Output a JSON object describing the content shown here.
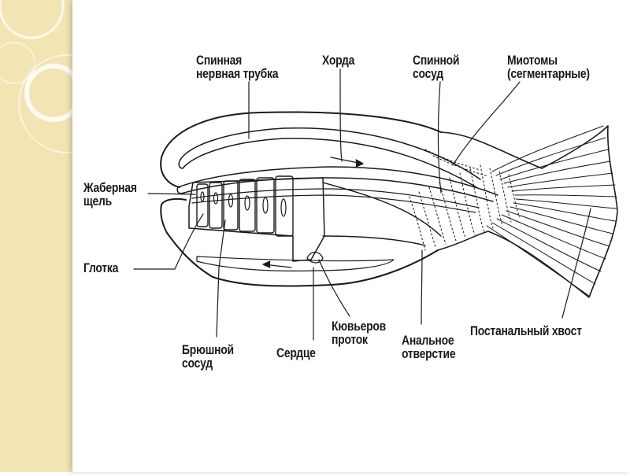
{
  "colors": {
    "side_panel": "#f2e4b3",
    "ink": "#1a1a1a",
    "background": "#ffffff"
  },
  "labels": {
    "spinal_tube": [
      "Спинная",
      "нервная трубка"
    ],
    "chord": [
      "Хорда"
    ],
    "dorsal_vessel": [
      "Спинной",
      "сосуд"
    ],
    "myotomes": [
      "Миотомы",
      "(сегментарные)"
    ],
    "gill_slit": [
      "Жаберная",
      "щель"
    ],
    "pharynx": [
      "Глотка"
    ],
    "ventral_vessel": [
      "Брюшной",
      "сосуд"
    ],
    "heart": [
      "Сердце"
    ],
    "cuvier_duct": [
      "Кювьеров",
      "проток"
    ],
    "anus": [
      "Анальное",
      "отверстие"
    ],
    "postanal_tail": [
      "Постанальный хвост"
    ]
  }
}
